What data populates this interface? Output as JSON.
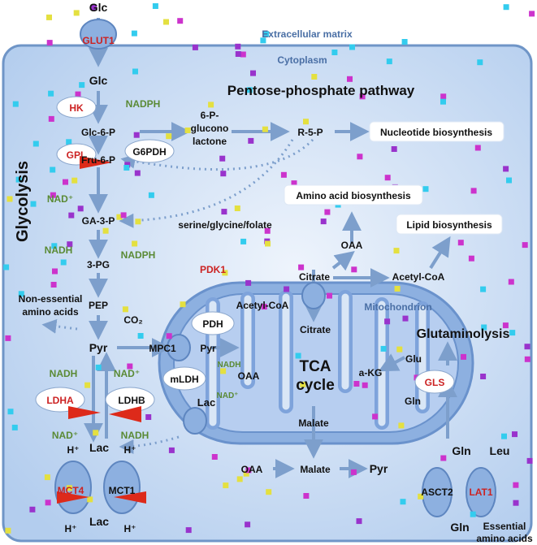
{
  "colors": {
    "cell_fill": "#c9dbf1",
    "cell_border": "#6f95c7",
    "mito_fill": "#7da5db",
    "mito_light": "#d9e6f6",
    "arrow": "#7d9fcc",
    "label": "#111111",
    "enzyme_red": "#cc2222",
    "cofactor_green": "#5a8a35",
    "region_label_blue": "#4a6fa5",
    "confetti": [
      "#cc33cc",
      "#33ccee",
      "#e4e040",
      "#9933cc"
    ]
  },
  "regions": {
    "extracellular": "Extracellular matrix",
    "cytoplasm": "Cytoplasm",
    "mitochondrion": "Mitochondrion",
    "glycolysis": "Glycolysis",
    "ppp": "Pentose-phosphate pathway",
    "glutaminolysis": "Glutaminolysis",
    "tca": "TCA",
    "tca2": "cycle"
  },
  "metabolites": {
    "glc_out": "Glc",
    "glc_in": "Glc",
    "g6p": "Glc-6-P",
    "f6p": "Fru-6-P",
    "ga3p": "GA-3-P",
    "pg3": "3-PG",
    "pep": "PEP",
    "pyr": "Pyr",
    "lac": "Lac",
    "lac_out": "Lac",
    "h_left": "H⁺",
    "h_mid": "H⁺",
    "h_out1": "H⁺",
    "h_out2": "H⁺",
    "co2": "CO₂",
    "gluconolactone": [
      "6-P-",
      "glucono",
      "lactone"
    ],
    "r5p": "R-5-P",
    "serine": "serine/glycine/folate",
    "nonessential": [
      "Non-essential",
      "amino acids"
    ],
    "pyr_mito": "Pyr",
    "lac_mito": "Lac",
    "acetyl_mito": "Acetyl-CoA",
    "citrate_mito": "Citrate",
    "oaa_mito": "OAA",
    "malate_mito": "Malate",
    "akg": "a-KG",
    "glu": "Glu",
    "gln_mito": "Gln",
    "citrate_cyto": "Citrate",
    "acetyl_cyto": "Acetyl-CoA",
    "oaa_cyto": "OAA",
    "oaa_bottom": "OAA",
    "malate_bottom": "Malate",
    "pyr_bottom": "Pyr",
    "gln_in": "Gln",
    "leu_in": "Leu",
    "gln_out": "Gln",
    "essential": [
      "Essential",
      "amino acids"
    ]
  },
  "boxes": {
    "nucleotide": "Nucleotide biosynthesis",
    "aminoacid": "Amino acid biosynthesis",
    "lipid": "Lipid biosynthesis"
  },
  "enzymes": {
    "glut1": "GLUT1",
    "hk": "HK",
    "gpi": "GPI",
    "g6pdh": "G6PDH",
    "pdk1": "PDK1",
    "pdh": "PDH",
    "mpc1": "MPC1",
    "mldh": "mLDH",
    "ldha": "LDHA",
    "ldhb": "LDHB",
    "mct4": "MCT4",
    "mct1": "MCT1",
    "gls": "GLS",
    "asct2": "ASCT2",
    "lat1": "LAT1"
  },
  "cofactors": {
    "nadph_hk": "NADPH",
    "nad_ga3p": "NAD⁺",
    "nadh_ga3p": "NADH",
    "nadph_ser": "NADPH",
    "nadh_ldha": "NADH",
    "nad_ldhb": "NAD⁺",
    "nad_ldha": "NAD⁺",
    "nadh_ldhb": "NADH",
    "nadh_mito": "NADH",
    "nad_mito": "NAD⁺"
  }
}
